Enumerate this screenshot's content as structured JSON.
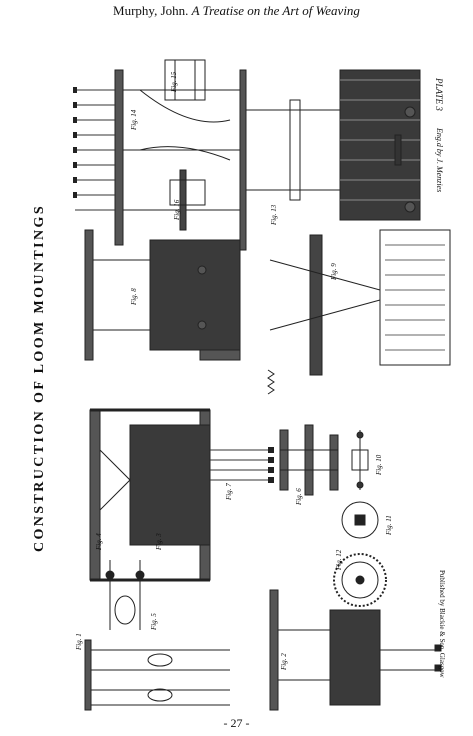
{
  "header": {
    "author": "Murphy, John.",
    "title": "A Treatise on the Art of Weaving"
  },
  "plate": {
    "main_title": "CONSTRUCTION OF LOOM MOUNTINGS",
    "plate_number": "PLATE 3",
    "engraver": "Eng.d by J. Menzies",
    "publisher": "Published by Blackie & Son, Glasgow",
    "figures": [
      {
        "label": "Fig. 1"
      },
      {
        "label": "Fig. 2"
      },
      {
        "label": "Fig. 3"
      },
      {
        "label": "Fig. 4"
      },
      {
        "label": "Fig. 5"
      },
      {
        "label": "Fig. 6"
      },
      {
        "label": "Fig. 7"
      },
      {
        "label": "Fig. 8"
      },
      {
        "label": "Fig. 9"
      },
      {
        "label": "Fig. 10"
      },
      {
        "label": "Fig. 11"
      },
      {
        "label": "Fig. 12"
      },
      {
        "label": "Fig. 13"
      },
      {
        "label": "Fig. 14"
      },
      {
        "label": "Fig. 15"
      },
      {
        "label": "Fig. 16"
      }
    ]
  },
  "footer": {
    "page_number": "- 27 -"
  }
}
